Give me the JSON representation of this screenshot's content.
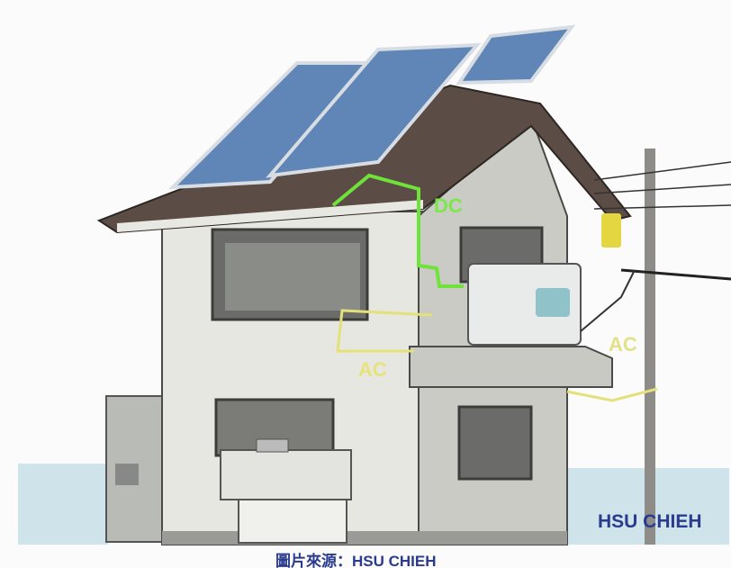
{
  "labels": {
    "dc": "DC",
    "ac_left": "AC",
    "ac_right": "AC"
  },
  "watermark": "HSU CHIEH",
  "caption": "圖片來源：HSU CHIEH",
  "colors": {
    "dc_wire": "#6fe33a",
    "ac_wire": "#e4e07a",
    "text_blue": "#2a3b8f"
  }
}
